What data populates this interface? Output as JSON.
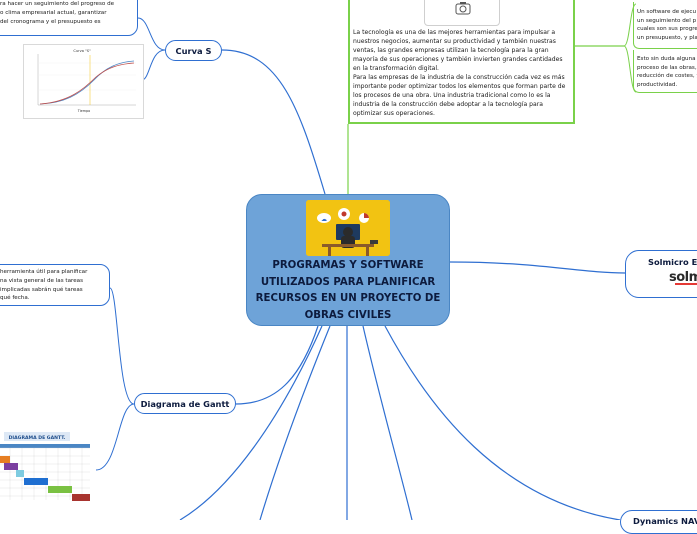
{
  "central": {
    "title": "PROGRAMAS Y SOFTWARE UTILIZADOS PARA PLANIFICAR RECURSOS EN UN PROYECTO DE OBRAS CIVILES",
    "image_icon": "person-at-computer-icon"
  },
  "branches": {
    "curva_s": "Curva S",
    "gantt": "Diagrama de Gantt",
    "solmicro": "Solmicro ERP",
    "dynamics": "Dynamics NAV"
  },
  "curva_s_note": {
    "lines": [
      "ra hacer un seguimiento del progreso de",
      "o clima empresarial actual, garantizar",
      "del cronograma y el presupuesto es"
    ]
  },
  "curva_s_chart": {
    "title": "Curva \"S\"",
    "xlabel": "Tiempo"
  },
  "gantt_note": {
    "lines": [
      "herramienta útil para planificar",
      "na vista general de las tareas",
      "implicadas sabrán qué tareas",
      "qué fecha."
    ]
  },
  "gantt_chart": {
    "title": "DIAGRAMA DE GANTT."
  },
  "tech_box": {
    "icon": "camera-icon",
    "paragraph1": "La tecnología es una de las mejores herramientas para impulsar a nuestros negocios, aumentar su productividad y también nuestras ventas, las grandes empresas utilizan la tecnología para la gran mayoría de sus operaciones y también invierten grandes cantidades en la transformación digital.",
    "paragraph2": "Para las empresas de la industria de  la construcción cada vez es más importante poder optimizar todos los elementos que forman parte de los procesos de una obra. Una industria tradicional como lo es la industria de la construcción debe adoptar a la tecnología para optimizar sus operaciones."
  },
  "right_notes": {
    "note1": [
      "Un software de ejecu",
      "un seguimiento del p",
      "cuales son sus progre",
      "un presupuesto, y pla"
    ],
    "note2": [
      "Esto sin duda alguna",
      "proceso de las obras,",
      "reducción de costes, y",
      "productividad."
    ]
  },
  "solmicro_logo": "solm",
  "colors": {
    "central_fill": "#6ea3d8",
    "branch_line": "#2f6fd1",
    "green_line": "#7ad14a",
    "accent_yellow": "#f2c312"
  }
}
